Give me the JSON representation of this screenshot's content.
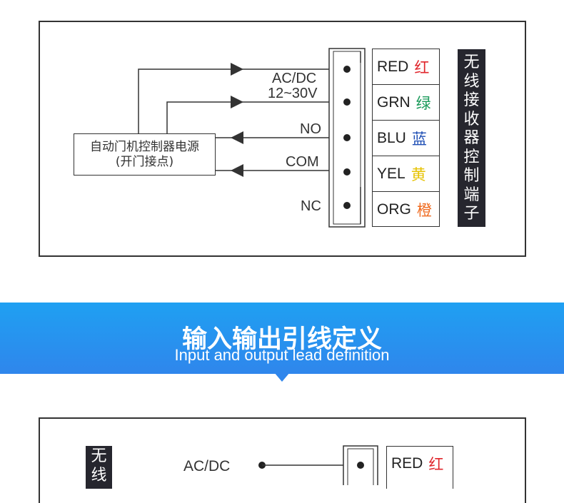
{
  "top_diagram": {
    "power_label": "AC/DC",
    "voltage_label": "12~30V",
    "no_label": "NO",
    "com_label": "COM",
    "nc_label": "NC",
    "source_box": {
      "line1": "自动门机控制器电源",
      "line2": "(开门接点)"
    },
    "wires": [
      {
        "code": "RED",
        "cn": "红",
        "color": "#e0262c"
      },
      {
        "code": "GRN",
        "cn": "绿",
        "color": "#1a9a5a"
      },
      {
        "code": "BLU",
        "cn": "蓝",
        "color": "#1f4fb5"
      },
      {
        "code": "YEL",
        "cn": "黄",
        "color": "#e6c200"
      },
      {
        "code": "ORG",
        "cn": "橙",
        "color": "#ef6a1f"
      }
    ],
    "vertical_title": [
      "无",
      "线",
      "接",
      "收",
      "器",
      "控",
      "制",
      "端",
      "子"
    ]
  },
  "banner": {
    "title": "输入输出引线定义",
    "subtitle": "Input and output lead definition"
  },
  "bottom_diagram": {
    "power_label": "AC/DC",
    "vertical_title": [
      "无",
      "线"
    ],
    "wires": [
      {
        "code": "RED",
        "cn": "红",
        "color": "#e0262c"
      }
    ]
  }
}
